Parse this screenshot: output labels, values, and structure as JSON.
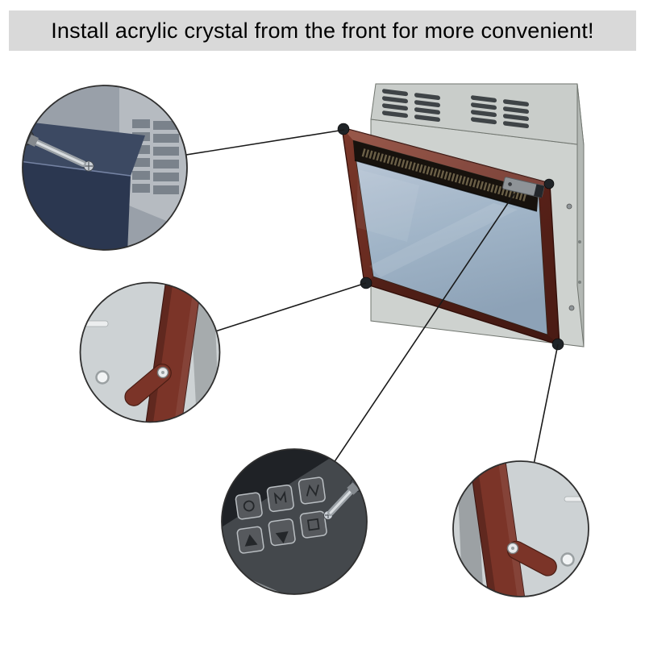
{
  "banner": {
    "title": "Install acrylic crystal from the front for more convenient!",
    "background_color": "#d9d9d9",
    "text_color": "#000000"
  },
  "illustration": {
    "colors": {
      "housing_gray": "#c9cdca",
      "housing_side_gray": "#b3b8b4",
      "housing_front_gray": "#ced2cf",
      "vent_slot_dark": "#3f4447",
      "wood_frame": "#7b3428",
      "wood_frame_shadow": "#4a1d14",
      "glass_blue": "#b0c1d2",
      "grille_black": "#17120d",
      "navy_panel": "#3c4962",
      "navy_panel_front": "#2b3750",
      "detail_panel_gray": "#cdd2d4",
      "keypad_dark": "#44484c",
      "screwdriver_steel": "#9ba1a6",
      "callout_ring": "#2f2f2f",
      "connector_line": "#1a1a1a"
    },
    "callouts": [
      {
        "id": "corner-screw-inside",
        "shows": "screwdriver-at-corner-screw"
      },
      {
        "id": "left-clip",
        "shows": "rotating-clip-on-frame-edge"
      },
      {
        "id": "control-panel-screw",
        "shows": "screwdriver-at-control-panel"
      },
      {
        "id": "right-clip",
        "shows": "rotating-clip-on-frame-edge"
      }
    ]
  }
}
